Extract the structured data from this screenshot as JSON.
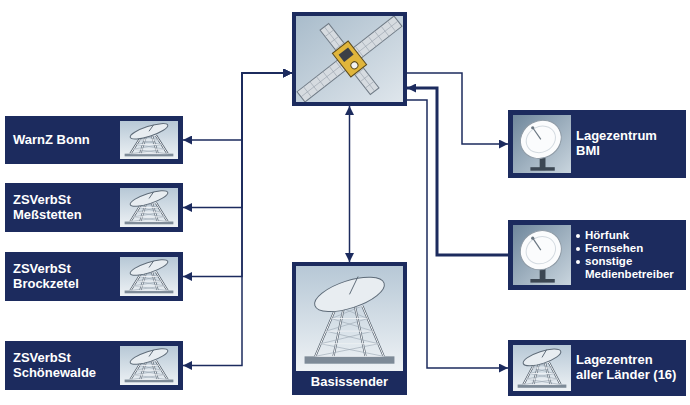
{
  "diagram": {
    "nodes": [
      {
        "text": []
      },
      {
        "text": [
          "WarnZ Bonn"
        ]
      },
      {
        "text": [
          "ZSVerbSt Meßstetten"
        ]
      },
      {
        "text": [
          "ZSVerbSt Brockzetel"
        ]
      },
      {
        "text": [
          "ZSVerbSt Schönewalde"
        ]
      },
      {
        "text": [
          "Basissender"
        ]
      },
      {
        "text": [
          "Lagezentrum BMI"
        ]
      },
      {
        "text": [
          "Hörfunk",
          "Fernsehen",
          "sonstige Medienbetreiber"
        ]
      },
      {
        "text": [
          "Lagezentren aller Länder (16)"
        ]
      }
    ],
    "edges": [
      {
        "from": 0,
        "to": 1,
        "arrow": "both"
      },
      {
        "from": 0,
        "to": 2,
        "arrow": "both"
      },
      {
        "from": 0,
        "to": 3,
        "arrow": "both"
      },
      {
        "from": 0,
        "to": 4,
        "arrow": "both"
      },
      {
        "from": 0,
        "to": 5,
        "arrow": "both"
      },
      {
        "from": 0,
        "to": 6,
        "arrow": "to"
      },
      {
        "from": 7,
        "to": 0,
        "arrow": "to"
      },
      {
        "from": 0,
        "to": 8,
        "arrow": "to"
      }
    ]
  }
}
